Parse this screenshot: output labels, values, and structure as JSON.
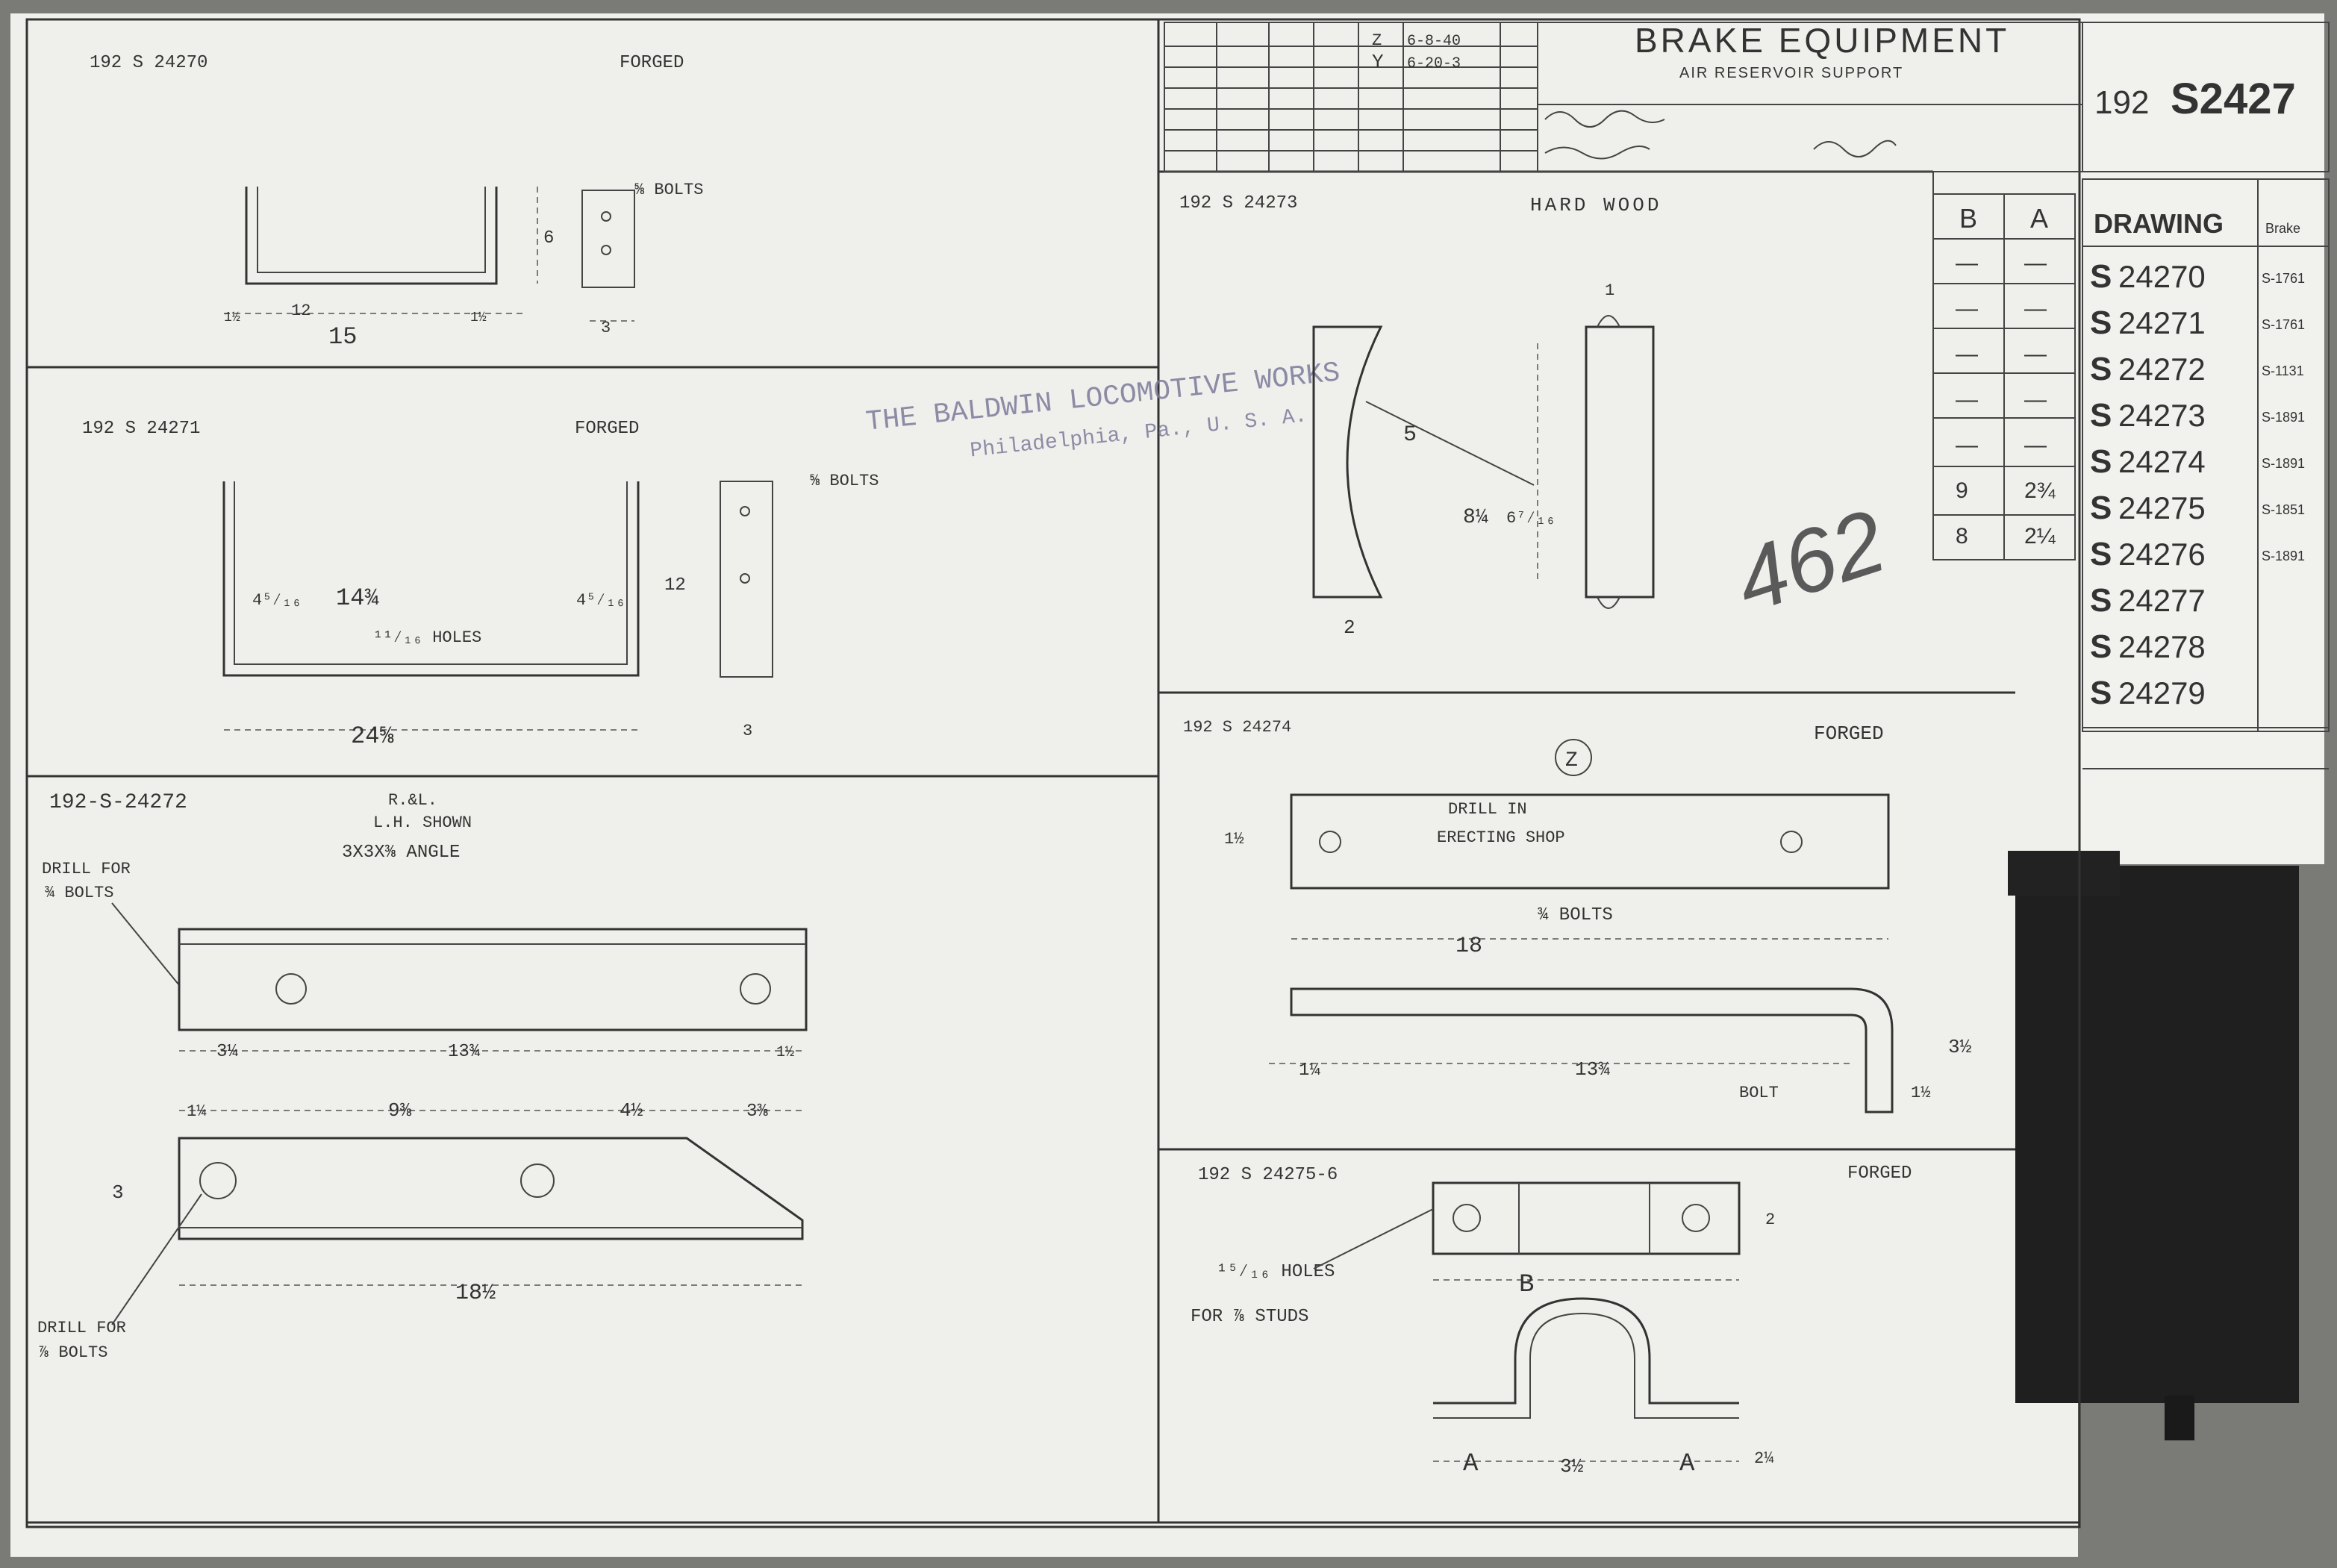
{
  "title_block": {
    "title": "BRAKE EQUIPMENT",
    "subtitle": "AIR RESERVOIR SUPPORT",
    "number_prefix": "192",
    "number": "S2427",
    "rev_rows": [
      {
        "letter": "Z",
        "date": "6-8-40"
      },
      {
        "letter": "Y",
        "date": "6-20-3"
      }
    ]
  },
  "stamp": {
    "line1": "THE BALDWIN LOCOMOTIVE WORKS",
    "line2": "Philadelphia, Pa., U. S. A."
  },
  "handwriting": "462",
  "drawing_list": {
    "header": "DRAWING",
    "col2_header": "Brake",
    "items": [
      {
        "prefix": "S",
        "no": "24270",
        "ref": "S-1761"
      },
      {
        "prefix": "S",
        "no": "24271",
        "ref": "S-1761"
      },
      {
        "prefix": "S",
        "no": "24272",
        "ref": "S-1131"
      },
      {
        "prefix": "S",
        "no": "24273",
        "ref": "S-1891"
      },
      {
        "prefix": "S",
        "no": "24274",
        "ref": "S-1891"
      },
      {
        "prefix": "S",
        "no": "24275",
        "ref": "S-1851"
      },
      {
        "prefix": "S",
        "no": "24276",
        "ref": "S-1891"
      },
      {
        "prefix": "S",
        "no": "24277",
        "ref": ""
      },
      {
        "prefix": "S",
        "no": "24278",
        "ref": ""
      },
      {
        "prefix": "S",
        "no": "24279",
        "ref": ""
      }
    ]
  },
  "ba_table": {
    "headers": [
      "B",
      "A"
    ],
    "rows": [
      [
        "—",
        "—"
      ],
      [
        "—",
        "—"
      ],
      [
        "—",
        "—"
      ],
      [
        "—",
        "—"
      ],
      [
        "—",
        "—"
      ],
      [
        "9",
        "2¾"
      ],
      [
        "8",
        "2¼"
      ]
    ]
  },
  "panels": {
    "p24270": {
      "id": "192 S 24270",
      "material": "FORGED",
      "bolts": "⅝ BOLTS",
      "dims": [
        "12",
        "15",
        "1½",
        "1½",
        "6",
        "3"
      ]
    },
    "p24271": {
      "id": "192 S 24271",
      "material": "FORGED",
      "bolts": "⅝ BOLTS",
      "holes": "¹¹⁄₁₆ HOLES",
      "dims": [
        "4⁵⁄₁₆",
        "14¾",
        "4⁵⁄₁₆",
        "24⅝",
        "3",
        "12"
      ]
    },
    "p24272": {
      "id": "192-S-24272",
      "note1": "R.&L.",
      "note2": "L.H. SHOWN",
      "note3": "3X3X⅜ ANGLE",
      "drill1": "DRILL FOR",
      "drill1b": "¾ BOLTS",
      "drill2": "DRILL FOR",
      "drill2b": "⅞ BOLTS",
      "dims": [
        "3¼",
        "13¾",
        "1½",
        "1¼",
        "9⅜",
        "4½",
        "3⅜",
        "18½",
        "3"
      ]
    },
    "p24273": {
      "id": "192 S 24273",
      "material": "HARD WOOD",
      "dims": [
        "5",
        "8¼",
        "6⁷⁄₁₆",
        "2",
        "1"
      ]
    },
    "p24274": {
      "id": "192 S 24274",
      "material": "FORGED",
      "circle": "Z",
      "note1": "DRILL IN",
      "note2": "ERECTING SHOP",
      "bolts": "¾ BOLTS",
      "bolt2": "BOLT",
      "dims": [
        "18",
        "1¼",
        "13¾",
        "3½",
        "1½"
      ]
    },
    "p24275": {
      "id": "192 S 24275-6",
      "material": "FORGED",
      "holes1": "¹⁵⁄₁₆ HOLES",
      "holes2": "FOR ⅞ STUDS",
      "labels": {
        "B": "B",
        "A": "A"
      },
      "dims": [
        "3½",
        "2",
        "2¼"
      ]
    }
  }
}
